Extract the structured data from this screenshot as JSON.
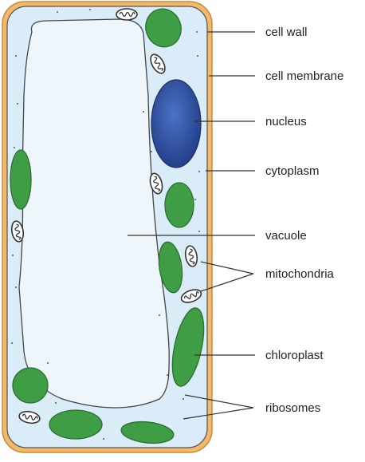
{
  "diagram": {
    "labels": {
      "cell_wall": "cell wall",
      "cell_membrane": "cell membrane",
      "nucleus": "nucleus",
      "cytoplasm": "cytoplasm",
      "vacuole": "vacuole",
      "mitochondria": "mitochondria",
      "chloroplast": "chloroplast",
      "ribosomes": "ribosomes"
    },
    "colors": {
      "cell_wall": "#f2b86b",
      "cytoplasm": "#d9ecf7",
      "vacuole": "#eef6fc",
      "nucleus": "#2f56a6",
      "chloroplast": "#3f9e45",
      "outline": "#333333"
    }
  }
}
